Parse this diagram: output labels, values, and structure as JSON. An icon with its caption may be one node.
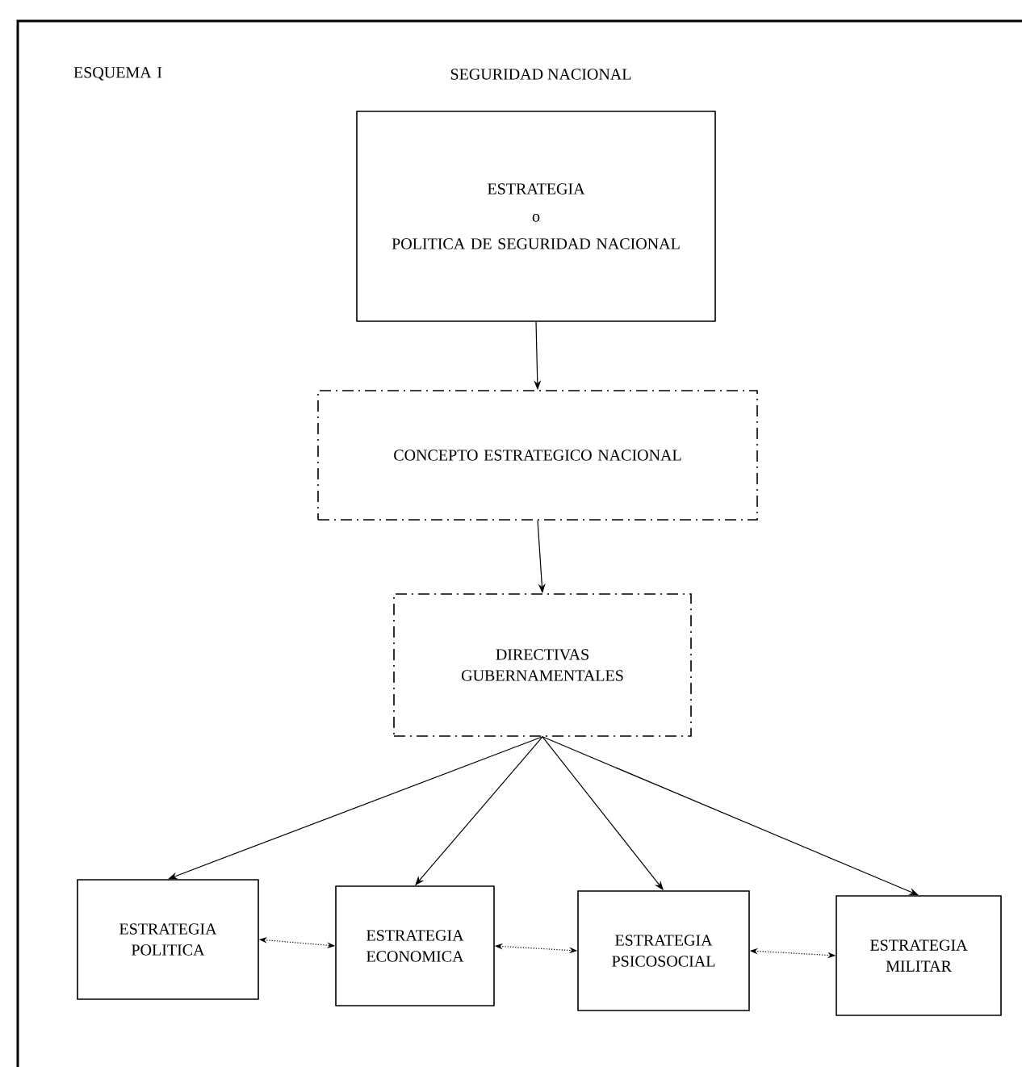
{
  "diagram": {
    "title": "SEGURIDAD NACIONAL",
    "nodes": [
      {
        "text": [
          "ESTRATEGIA",
          "o",
          "POLITICA DE SEGURIDAD NACIONAL"
        ]
      },
      {
        "text": [
          "CONCEPTO ESTRATEGICO NACIONAL"
        ]
      },
      {
        "text": [
          "DIRECTIVAS GUBERNAMENTALES"
        ]
      },
      {
        "text": [
          "ESTRATEGIA POLITICA"
        ]
      },
      {
        "text": [
          "ESTRATEGIA ECONOMICA"
        ]
      },
      {
        "text": [
          "ESTRATEGIA PSICOSOCIAL"
        ]
      },
      {
        "text": [
          "ESTRATEGIA MILITAR"
        ]
      }
    ],
    "edges": [
      {
        "from": 0,
        "to": 1,
        "arrow": "to"
      },
      {
        "from": 1,
        "to": 2,
        "arrow": "to"
      },
      {
        "from": 2,
        "to": 3,
        "arrow": "to"
      },
      {
        "from": 2,
        "to": 4,
        "arrow": "to"
      },
      {
        "from": 2,
        "to": 5,
        "arrow": "to"
      },
      {
        "from": 2,
        "to": 6,
        "arrow": "to"
      },
      {
        "from": 3,
        "to": 4,
        "arrow": "both",
        "style": "dashed"
      },
      {
        "from": 4,
        "to": 5,
        "arrow": "both",
        "style": "dashed"
      },
      {
        "from": 5,
        "to": 6,
        "arrow": "both",
        "style": "dashed"
      }
    ],
    "labels": [
      "ESQUEMA I"
    ]
  }
}
